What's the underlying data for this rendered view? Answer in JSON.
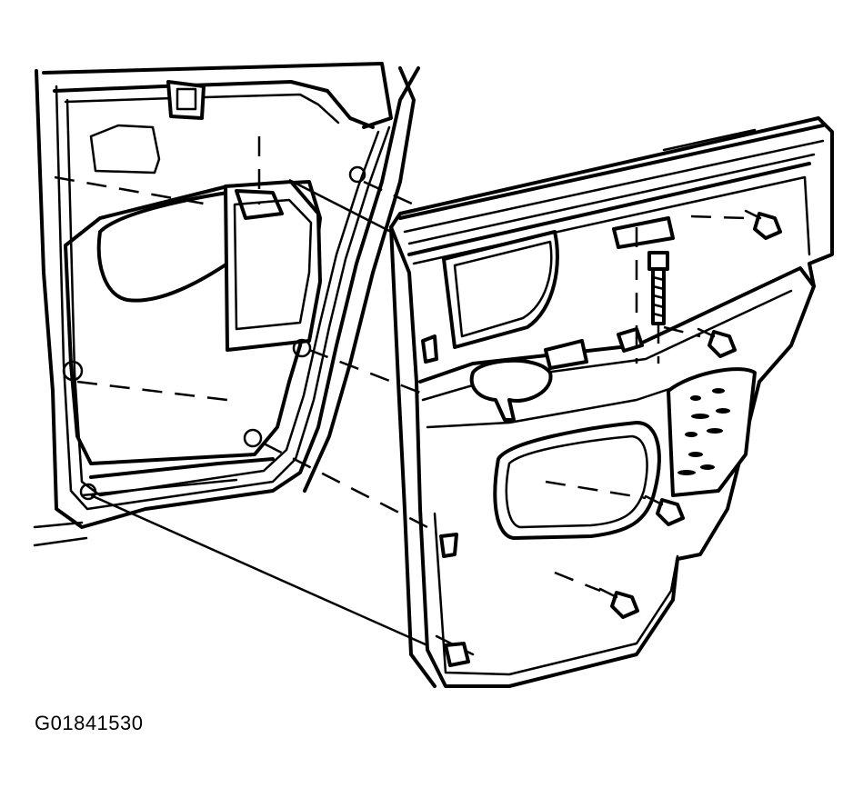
{
  "figure": {
    "code": "G01841530"
  },
  "icons": {
    "door_frame": "door-inner-frame-illustration",
    "trim_panel": "door-trim-panel-illustration",
    "fastener": "screw-icon",
    "clip": "retaining-clip-icon"
  }
}
